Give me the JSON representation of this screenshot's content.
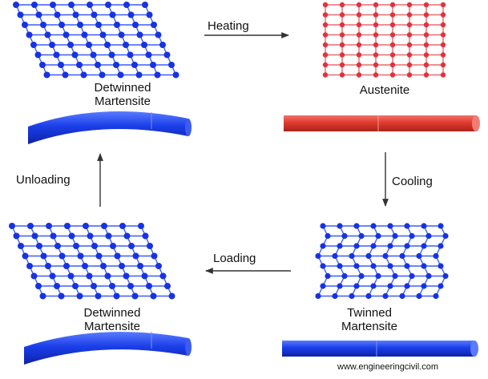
{
  "states": {
    "top_left": {
      "line1": "Detwinned",
      "line2": "Martensite"
    },
    "top_right": {
      "line1": "Austenite"
    },
    "bottom_left": {
      "line1": "Detwinned",
      "line2": "Martensite"
    },
    "bottom_right": {
      "line1": "Twinned",
      "line2": "Martensite"
    }
  },
  "arrows": {
    "heating": "Heating",
    "cooling": "Cooling",
    "loading": "Loading",
    "unloading": "Unloading"
  },
  "footer": {
    "site": "www.engineeringcivil.com"
  },
  "colors": {
    "martensite_atoms": "#1733e0",
    "martensite_bonds": "#3b5bff",
    "austenite_atoms": "#e0333e",
    "austenite_bonds": "#e86a72",
    "bar_blue": "#1a3ee8",
    "bar_red": "#e23a2e",
    "arrow": "#333333"
  },
  "icons": {
    "heating": "arrow-right-icon",
    "cooling": "arrow-down-icon",
    "loading": "arrow-left-icon",
    "unloading": "arrow-up-icon"
  }
}
